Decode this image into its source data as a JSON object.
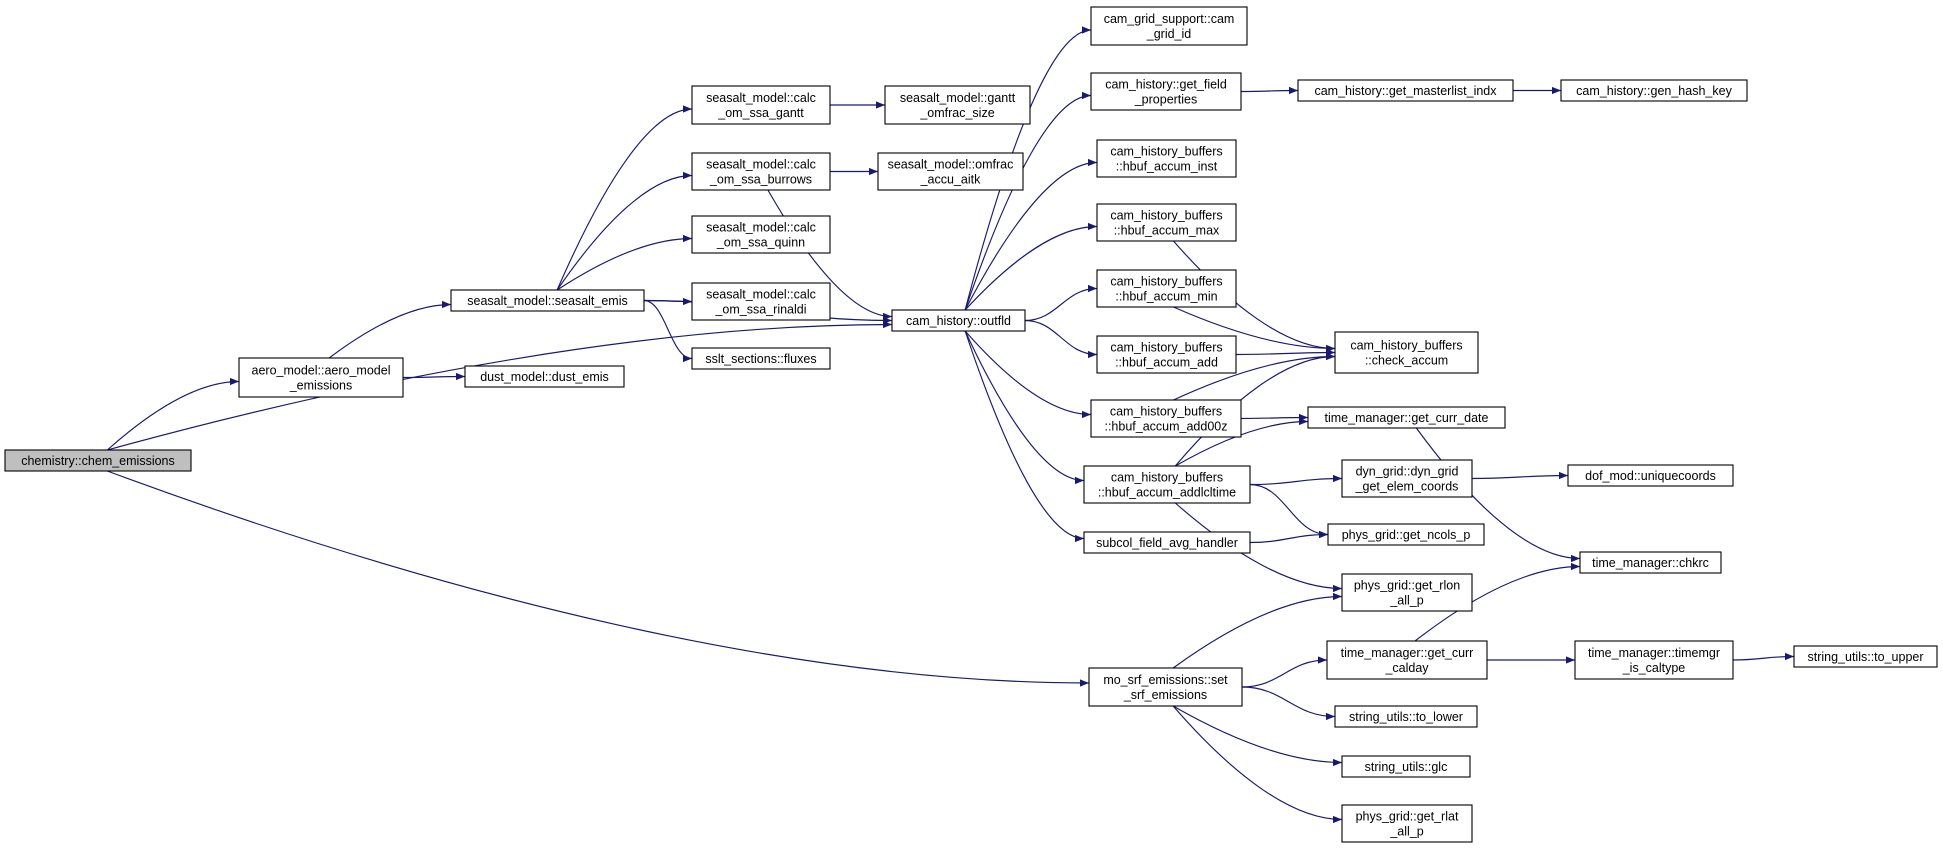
{
  "graph": {
    "edge_color": "#191970",
    "root_fill": "#bfbfbf",
    "nodes": [
      {
        "id": "chem_emissions",
        "lines": [
          "chemistry::chem_emissions"
        ],
        "root": true
      },
      {
        "id": "aero_model_emissions",
        "lines": [
          "aero_model::aero_model",
          "_emissions"
        ]
      },
      {
        "id": "seasalt_emis",
        "lines": [
          "seasalt_model::seasalt_emis"
        ]
      },
      {
        "id": "dust_emis",
        "lines": [
          "dust_model::dust_emis"
        ]
      },
      {
        "id": "calc_om_ssa_gantt",
        "lines": [
          "seasalt_model::calc",
          "_om_ssa_gantt"
        ]
      },
      {
        "id": "calc_om_ssa_burrows",
        "lines": [
          "seasalt_model::calc",
          "_om_ssa_burrows"
        ]
      },
      {
        "id": "calc_om_ssa_quinn",
        "lines": [
          "seasalt_model::calc",
          "_om_ssa_quinn"
        ]
      },
      {
        "id": "calc_om_ssa_rinaldi",
        "lines": [
          "seasalt_model::calc",
          "_om_ssa_rinaldi"
        ]
      },
      {
        "id": "fluxes",
        "lines": [
          "sslt_sections::fluxes"
        ]
      },
      {
        "id": "gantt_omfrac_size",
        "lines": [
          "seasalt_model::gantt",
          "_omfrac_size"
        ]
      },
      {
        "id": "omfrac_accu_aitk",
        "lines": [
          "seasalt_model::omfrac",
          "_accu_aitk"
        ]
      },
      {
        "id": "outfld",
        "lines": [
          "cam_history::outfld"
        ]
      },
      {
        "id": "cam_grid_id",
        "lines": [
          "cam_grid_support::cam",
          "_grid_id"
        ]
      },
      {
        "id": "get_field_properties",
        "lines": [
          "cam_history::get_field",
          "_properties"
        ]
      },
      {
        "id": "get_masterlist_indx",
        "lines": [
          "cam_history::get_masterlist_indx"
        ]
      },
      {
        "id": "gen_hash_key",
        "lines": [
          "cam_history::gen_hash_key"
        ]
      },
      {
        "id": "hbuf_accum_inst",
        "lines": [
          "cam_history_buffers",
          "::hbuf_accum_inst"
        ]
      },
      {
        "id": "hbuf_accum_max",
        "lines": [
          "cam_history_buffers",
          "::hbuf_accum_max"
        ]
      },
      {
        "id": "hbuf_accum_min",
        "lines": [
          "cam_history_buffers",
          "::hbuf_accum_min"
        ]
      },
      {
        "id": "hbuf_accum_add",
        "lines": [
          "cam_history_buffers",
          "::hbuf_accum_add"
        ]
      },
      {
        "id": "hbuf_accum_add00z",
        "lines": [
          "cam_history_buffers",
          "::hbuf_accum_add00z"
        ]
      },
      {
        "id": "hbuf_accum_addlcltime",
        "lines": [
          "cam_history_buffers",
          "::hbuf_accum_addlcltime"
        ]
      },
      {
        "id": "subcol_field_avg_handler",
        "lines": [
          "subcol_field_avg_handler"
        ]
      },
      {
        "id": "check_accum",
        "lines": [
          "cam_history_buffers",
          "::check_accum"
        ]
      },
      {
        "id": "get_curr_date",
        "lines": [
          "time_manager::get_curr_date"
        ]
      },
      {
        "id": "get_elem_coords",
        "lines": [
          "dyn_grid::dyn_grid",
          "_get_elem_coords"
        ]
      },
      {
        "id": "uniquecoords",
        "lines": [
          "dof_mod::uniquecoords"
        ]
      },
      {
        "id": "get_ncols_p",
        "lines": [
          "phys_grid::get_ncols_p"
        ]
      },
      {
        "id": "get_rlon_all_p",
        "lines": [
          "phys_grid::get_rlon",
          "_all_p"
        ]
      },
      {
        "id": "chkrc",
        "lines": [
          "time_manager::chkrc"
        ]
      },
      {
        "id": "set_srf_emissions",
        "lines": [
          "mo_srf_emissions::set",
          "_srf_emissions"
        ]
      },
      {
        "id": "get_curr_calday",
        "lines": [
          "time_manager::get_curr",
          "_calday"
        ]
      },
      {
        "id": "timemgr_is_caltype",
        "lines": [
          "time_manager::timemgr",
          "_is_caltype"
        ]
      },
      {
        "id": "to_upper",
        "lines": [
          "string_utils::to_upper"
        ]
      },
      {
        "id": "to_lower",
        "lines": [
          "string_utils::to_lower"
        ]
      },
      {
        "id": "glc",
        "lines": [
          "string_utils::glc"
        ]
      },
      {
        "id": "get_rlat_all_p",
        "lines": [
          "phys_grid::get_rlat",
          "_all_p"
        ]
      }
    ],
    "edges": [
      [
        "chem_emissions",
        "aero_model_emissions"
      ],
      [
        "chem_emissions",
        "outfld"
      ],
      [
        "chem_emissions",
        "set_srf_emissions"
      ],
      [
        "aero_model_emissions",
        "seasalt_emis"
      ],
      [
        "aero_model_emissions",
        "dust_emis"
      ],
      [
        "seasalt_emis",
        "calc_om_ssa_gantt"
      ],
      [
        "seasalt_emis",
        "calc_om_ssa_burrows"
      ],
      [
        "seasalt_emis",
        "calc_om_ssa_quinn"
      ],
      [
        "seasalt_emis",
        "calc_om_ssa_rinaldi"
      ],
      [
        "seasalt_emis",
        "fluxes"
      ],
      [
        "seasalt_emis",
        "outfld"
      ],
      [
        "calc_om_ssa_gantt",
        "gantt_omfrac_size"
      ],
      [
        "calc_om_ssa_burrows",
        "omfrac_accu_aitk"
      ],
      [
        "calc_om_ssa_burrows",
        "outfld"
      ],
      [
        "outfld",
        "cam_grid_id"
      ],
      [
        "outfld",
        "get_field_properties"
      ],
      [
        "outfld",
        "hbuf_accum_inst"
      ],
      [
        "outfld",
        "hbuf_accum_max"
      ],
      [
        "outfld",
        "hbuf_accum_min"
      ],
      [
        "outfld",
        "hbuf_accum_add"
      ],
      [
        "outfld",
        "hbuf_accum_add00z"
      ],
      [
        "outfld",
        "hbuf_accum_addlcltime"
      ],
      [
        "outfld",
        "subcol_field_avg_handler"
      ],
      [
        "get_field_properties",
        "get_masterlist_indx"
      ],
      [
        "get_masterlist_indx",
        "gen_hash_key"
      ],
      [
        "hbuf_accum_max",
        "check_accum"
      ],
      [
        "hbuf_accum_min",
        "check_accum"
      ],
      [
        "hbuf_accum_add",
        "check_accum"
      ],
      [
        "hbuf_accum_add00z",
        "check_accum"
      ],
      [
        "hbuf_accum_add00z",
        "get_curr_date"
      ],
      [
        "hbuf_accum_addlcltime",
        "check_accum"
      ],
      [
        "hbuf_accum_addlcltime",
        "get_curr_date"
      ],
      [
        "hbuf_accum_addlcltime",
        "get_elem_coords"
      ],
      [
        "hbuf_accum_addlcltime",
        "get_ncols_p"
      ],
      [
        "hbuf_accum_addlcltime",
        "get_rlon_all_p"
      ],
      [
        "subcol_field_avg_handler",
        "get_ncols_p"
      ],
      [
        "get_curr_date",
        "chkrc"
      ],
      [
        "get_elem_coords",
        "uniquecoords"
      ],
      [
        "set_srf_emissions",
        "get_rlon_all_p"
      ],
      [
        "set_srf_emissions",
        "get_curr_calday"
      ],
      [
        "set_srf_emissions",
        "to_lower"
      ],
      [
        "set_srf_emissions",
        "glc"
      ],
      [
        "set_srf_emissions",
        "get_rlat_all_p"
      ],
      [
        "get_curr_calday",
        "chkrc"
      ],
      [
        "get_curr_calday",
        "timemgr_is_caltype"
      ],
      [
        "timemgr_is_caltype",
        "to_upper"
      ]
    ]
  }
}
